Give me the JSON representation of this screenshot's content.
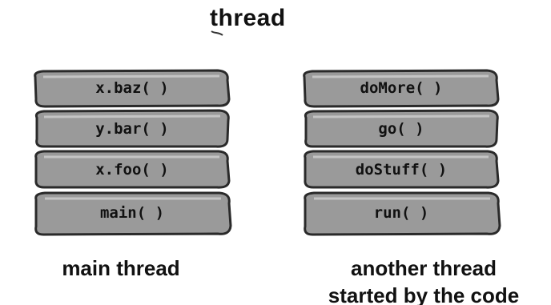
{
  "title": "thread",
  "stacks": [
    {
      "frames": [
        "x.baz( )",
        "y.bar( )",
        "x.foo( )",
        "main( )"
      ],
      "caption": "main thread"
    },
    {
      "frames": [
        "doMore( )",
        "go( )",
        "doStuff( )",
        "run( )"
      ],
      "caption_line1": "another thread",
      "caption_line2": "started by the code"
    }
  ],
  "colors": {
    "frame_fill": "#9a9a9a",
    "frame_highlight": "#c4c4c4",
    "frame_outline": "#2a2a2a",
    "text": "#111111"
  }
}
